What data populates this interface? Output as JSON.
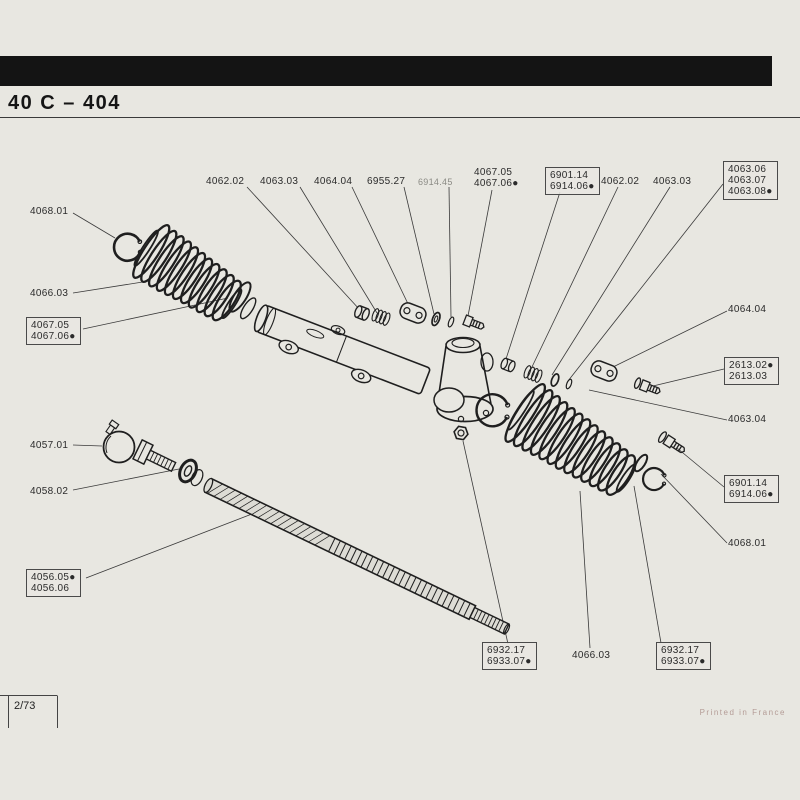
{
  "header": {
    "title": "40 C – 404"
  },
  "labels": {
    "top_4062_02": {
      "l1": "4062.02"
    },
    "top_4063_03": {
      "l1": "4063.03"
    },
    "top_4064_04": {
      "l1": "4064.04"
    },
    "top_6955_27": {
      "l1": "6955.27"
    },
    "top_6914_45": {
      "l1": "6914.45"
    },
    "top_4067": {
      "l1": "4067.05",
      "l2": "4067.06●"
    },
    "top_6901": {
      "l1": "6901.14",
      "l2": "6914.06●"
    },
    "top_4062_02b": {
      "l1": "4062.02"
    },
    "top_4063_03b": {
      "l1": "4063.03"
    },
    "top_4063_box": {
      "l1": "4063.06",
      "l2": "4063.07",
      "l3": "4063.08●"
    },
    "left_4068_01": {
      "l1": "4068.01"
    },
    "left_4066_03": {
      "l1": "4066.03"
    },
    "left_4067": {
      "l1": "4067.05",
      "l2": "4067.06●"
    },
    "left_4057_01": {
      "l1": "4057.01"
    },
    "left_4058_02": {
      "l1": "4058.02"
    },
    "left_4056": {
      "l1": "4056.05●",
      "l2": "4056.06"
    },
    "right_4064_04": {
      "l1": "4064.04"
    },
    "right_2613": {
      "l1": "2613.02●",
      "l2": "2613.03"
    },
    "right_4063_04": {
      "l1": "4063.04"
    },
    "right_6901": {
      "l1": "6901.14",
      "l2": "6914.06●"
    },
    "right_4068_01": {
      "l1": "4068.01"
    },
    "bottom_6932_a": {
      "l1": "6932.17",
      "l2": "6933.07●"
    },
    "bottom_4066_03": {
      "l1": "4066.03"
    },
    "bottom_6932_b": {
      "l1": "6932.17",
      "l2": "6933.07●"
    }
  },
  "footer": {
    "page": "2/73",
    "printed": "Printed in France"
  },
  "colors": {
    "page_bg": "#e8e7e1",
    "ink": "#1f1f1f",
    "header_bar": "#141414",
    "printed_text": "#b49c96"
  }
}
